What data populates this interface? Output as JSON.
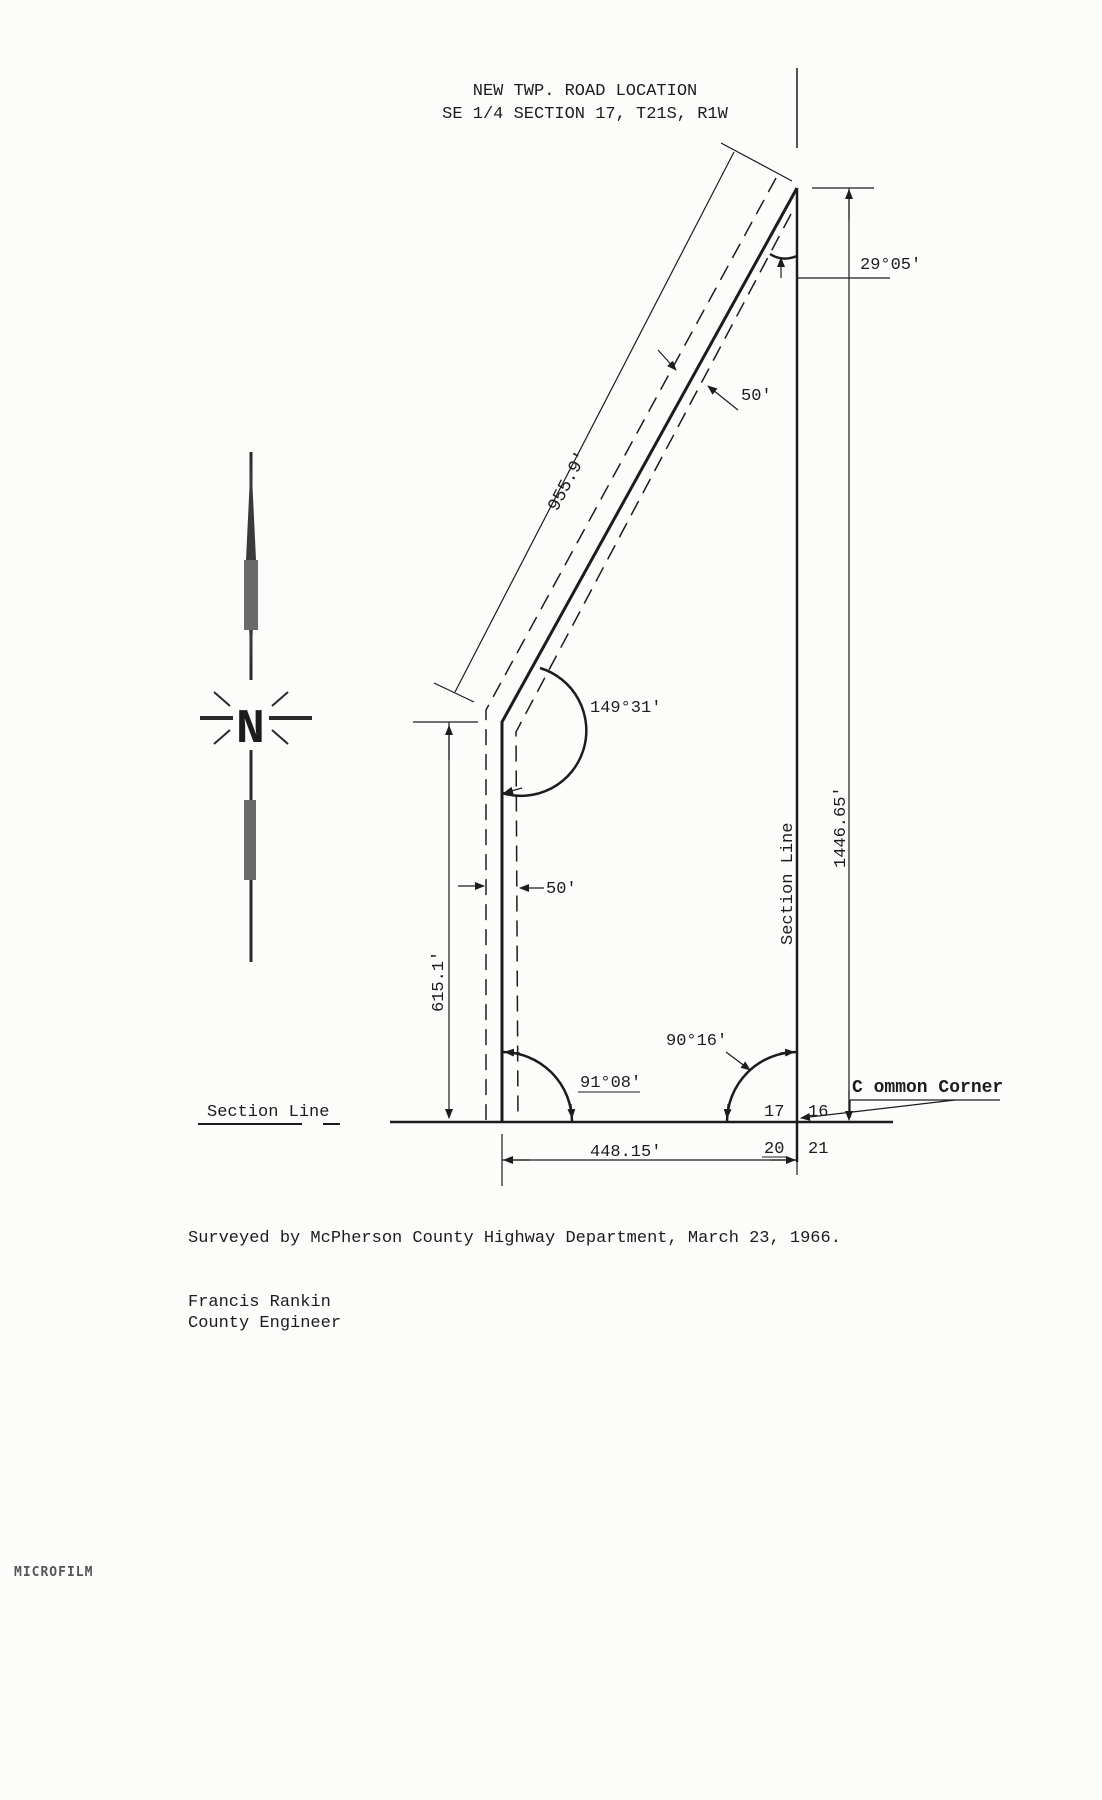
{
  "title": {
    "line1": "NEW TWP. ROAD LOCATION",
    "line2": "SE 1/4 SECTION 17, T21S, R1W"
  },
  "dimensions": {
    "diagonal_length": "955.9'",
    "bearing_angle": "29°05'",
    "row_width_diagonal": "50'",
    "row_width_vertical": "50'",
    "deflection_angle": "149°31'",
    "vertical_leg_length": "615.1'",
    "east_line_length": "1446.65'",
    "angle_southeast": "90°16'",
    "angle_southwest": "91°08'",
    "south_leg_length": "448.15'"
  },
  "labels": {
    "section_line_east": "Section Line",
    "section_line_south": "Section Line",
    "common_corner": "C ommon Corner",
    "sec17": "17",
    "sec16": "16",
    "sec20": "20",
    "sec21": "21",
    "north": "N"
  },
  "footer": {
    "survey_note": "Surveyed by McPherson County Highway Department, March 23, 1966.",
    "name": "Francis Rankin",
    "role": "County Engineer"
  },
  "stamp": "MICROFILM"
}
